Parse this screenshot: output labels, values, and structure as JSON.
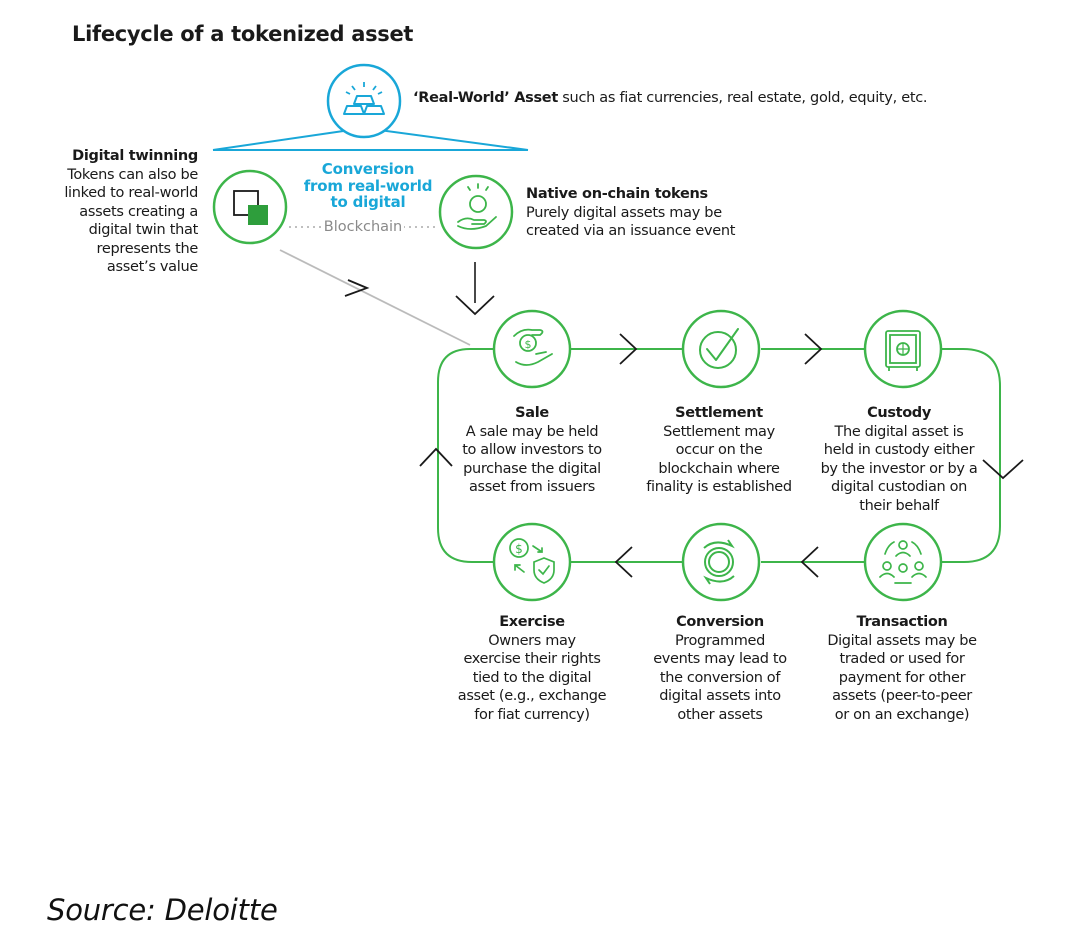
{
  "title": "Lifecycle of a tokenized asset",
  "real_world": {
    "bold": "‘Real-World’ Asset",
    "text": " such as fiat currencies, real estate, gold, equity, etc."
  },
  "conversion": {
    "line1": "Conversion",
    "line2": "from real-world",
    "line3": "to digital"
  },
  "blockchain_label": "Blockchain",
  "digital_twinning": {
    "heading": "Digital twinning",
    "lines": [
      "Tokens can also be",
      "linked to real-world",
      "assets creating a",
      "digital twin that",
      "represents the",
      "asset’s value"
    ]
  },
  "native_tokens": {
    "heading": "Native on-chain tokens",
    "lines": [
      "Purely digital assets may be",
      "created via an issuance event"
    ]
  },
  "stages": {
    "sale": {
      "title": "Sale",
      "lines": [
        "A sale may be held",
        "to allow investors to",
        "purchase the digital",
        "asset from issuers"
      ]
    },
    "settlement": {
      "title": "Settlement",
      "lines": [
        "Settlement may",
        "occur on the",
        "blockchain where",
        "finality is established"
      ]
    },
    "custody": {
      "title": "Custody",
      "lines": [
        "The digital asset is",
        "held in custody either",
        "by the investor or by a",
        "digital custodian on",
        "their behalf"
      ]
    },
    "exercise": {
      "title": "Exercise",
      "lines": [
        "Owners may",
        "exercise their rights",
        "tied to the digital",
        "asset (e.g., exchange",
        "for fiat currency)"
      ]
    },
    "conversion": {
      "title": "Conversion",
      "lines": [
        "Programmed",
        "events may lead to",
        "the conversion of",
        "digital assets into",
        "other assets"
      ]
    },
    "transaction": {
      "title": "Transaction",
      "lines": [
        "Digital assets may be",
        "traded or used for",
        "payment for other",
        "assets (peer-to-peer",
        "or on an exchange)"
      ]
    }
  },
  "icons": {
    "real_world": "gold-bars-icon",
    "digital_twin": "overlapping-squares-icon",
    "native": "hand-holding-coin-icon",
    "sale": "hand-coin-exchange-icon",
    "settlement": "checkmark-circle-icon",
    "custody": "safe-icon",
    "transaction": "people-network-icon",
    "conversion": "circular-arrows-icon",
    "exercise": "dollar-shield-icon"
  },
  "colors": {
    "green": "#3db54a",
    "blue": "#19a7d8",
    "text": "#1a1a1a",
    "grey_line": "#bbbbbb"
  },
  "source": "Source: Deloitte"
}
